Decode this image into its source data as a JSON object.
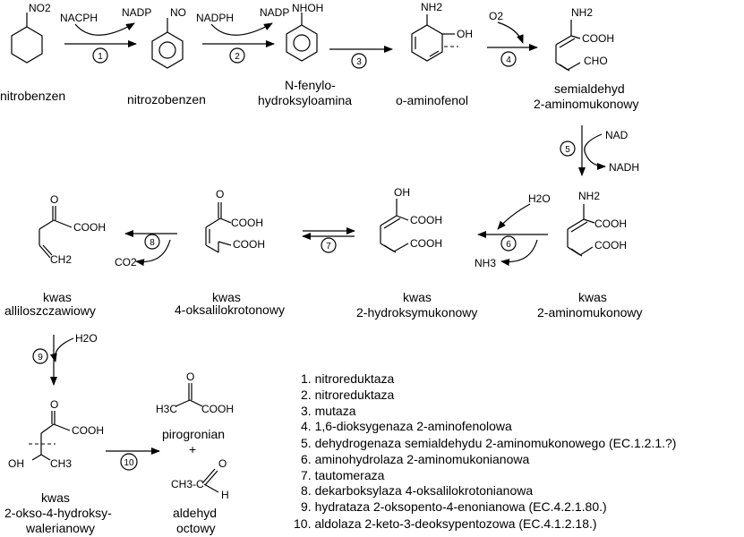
{
  "compounds": {
    "nitrobenzen": {
      "label": "nitrobenzen",
      "sub": "NO2"
    },
    "nitrozobenzen": {
      "label": "nitrozobenzen",
      "sub": "NO"
    },
    "fenylo": {
      "label1": "N-fenylo-",
      "label2": "hydroksyloamina",
      "sub": "NHOH"
    },
    "aminofenol": {
      "label": "o-aminofenol",
      "sub_nh2": "NH2",
      "sub_oh": "OH"
    },
    "semialdehyd": {
      "label1": "semialdehyd",
      "label2": "2-aminomukonowy",
      "sub_nh2": "NH2",
      "sub_cooh": "COOH",
      "sub_cho": "CHO"
    },
    "aminomukonowy": {
      "label1": "kwas",
      "label2": "2-aminomukonowy",
      "sub_nh2": "NH2",
      "sub_cooh1": "COOH",
      "sub_cooh2": "COOH"
    },
    "hydroksymukonowy": {
      "label1": "kwas",
      "label2": "2-hydroksymukonowy",
      "sub_oh": "OH",
      "sub_cooh1": "COOH",
      "sub_cooh2": "COOH"
    },
    "oksalilokrotonowy": {
      "label1": "kwas",
      "label2": "4-oksalilokrotonowy",
      "sub_o": "O",
      "sub_cooh1": "COOH",
      "sub_cooh2": "COOH"
    },
    "alliloszczawiowy": {
      "label1": "kwas",
      "label2": "alliloszczawiowy",
      "sub_o": "O",
      "sub_cooh": "COOH",
      "sub_ch2": "CH2"
    },
    "oksohydroksy": {
      "label1": "kwas",
      "label2": "2-okso-4-hydroksy-",
      "label3": "walerianowy",
      "sub_o": "O",
      "sub_cooh": "COOH",
      "sub_oh": "OH",
      "sub_ch3": "CH3"
    },
    "pirogronian": {
      "label": "pirogronian",
      "plus": "+",
      "sub_o": "O",
      "sub_h3c": "H3C",
      "sub_cooh": "COOH"
    },
    "aldehyd": {
      "label1": "aldehyd",
      "label2": "octowy",
      "sub_ch3c": "CH3-C",
      "sub_o": "O",
      "sub_h": "H"
    }
  },
  "cofactors": {
    "s1_in": "NACPH",
    "s1_out": "NADP",
    "s2_in": "NADPH",
    "s2_out": "NADP",
    "s4_in": "O2",
    "s5_in": "NAD",
    "s5_out": "NADH",
    "s6_in": "H2O",
    "s6_out": "NH3",
    "s8_out": "CO2",
    "s9_in": "H2O"
  },
  "steps": [
    "1",
    "2",
    "3",
    "4",
    "5",
    "6",
    "7",
    "8",
    "9",
    "10"
  ],
  "enzymes": [
    "1. nitroreduktaza",
    "2. nitroreduktaza",
    "3. mutaza",
    "4. 1,6-dioksygenaza 2-aminofenolowa",
    "5. dehydrogenaza semialdehydu 2-aminomukonowego (EC.1.2.1.?)",
    "6. aminohydrolaza 2-aminomukonianowa",
    "7. tautomeraza",
    "8. dekarboksylaza 4-oksalilokrotonianowa",
    "9. hydrataza 2-oksopento-4-enonianowa (EC.4.2.1.80.)",
    "10. aldolaza 2-keto-3-deoksypentozowa  (EC.4.1.2.18.)"
  ]
}
